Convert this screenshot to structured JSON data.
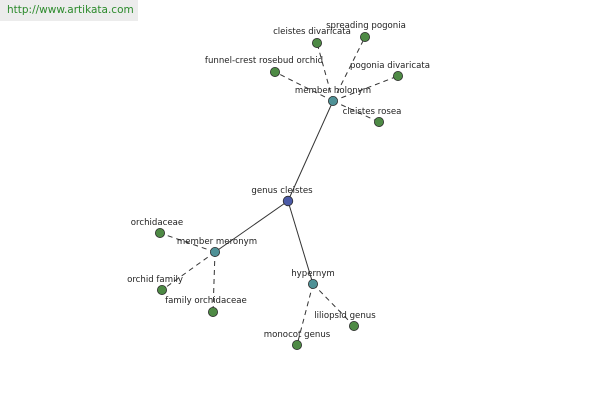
{
  "watermark": "http://www.artikata.com",
  "colors": {
    "root_node": "#4b5aa6",
    "relation_node": "#4f9196",
    "leaf_node": "#4e8a45",
    "edge": "#333333"
  },
  "graph": {
    "root": {
      "label": "genus cleistes"
    },
    "relations": [
      {
        "label": "member holonym",
        "leaves": [
          "cleistes divaricata",
          "spreading pogonia",
          "funnel-crest rosebud orchid",
          "pogonia divaricata",
          "cleistes rosea"
        ]
      },
      {
        "label": "member meronym",
        "leaves": [
          "orchidaceae",
          "orchid family",
          "family orchidaceae"
        ]
      },
      {
        "label": "hypernym",
        "leaves": [
          "liliopsid genus",
          "monocot genus"
        ]
      }
    ]
  }
}
